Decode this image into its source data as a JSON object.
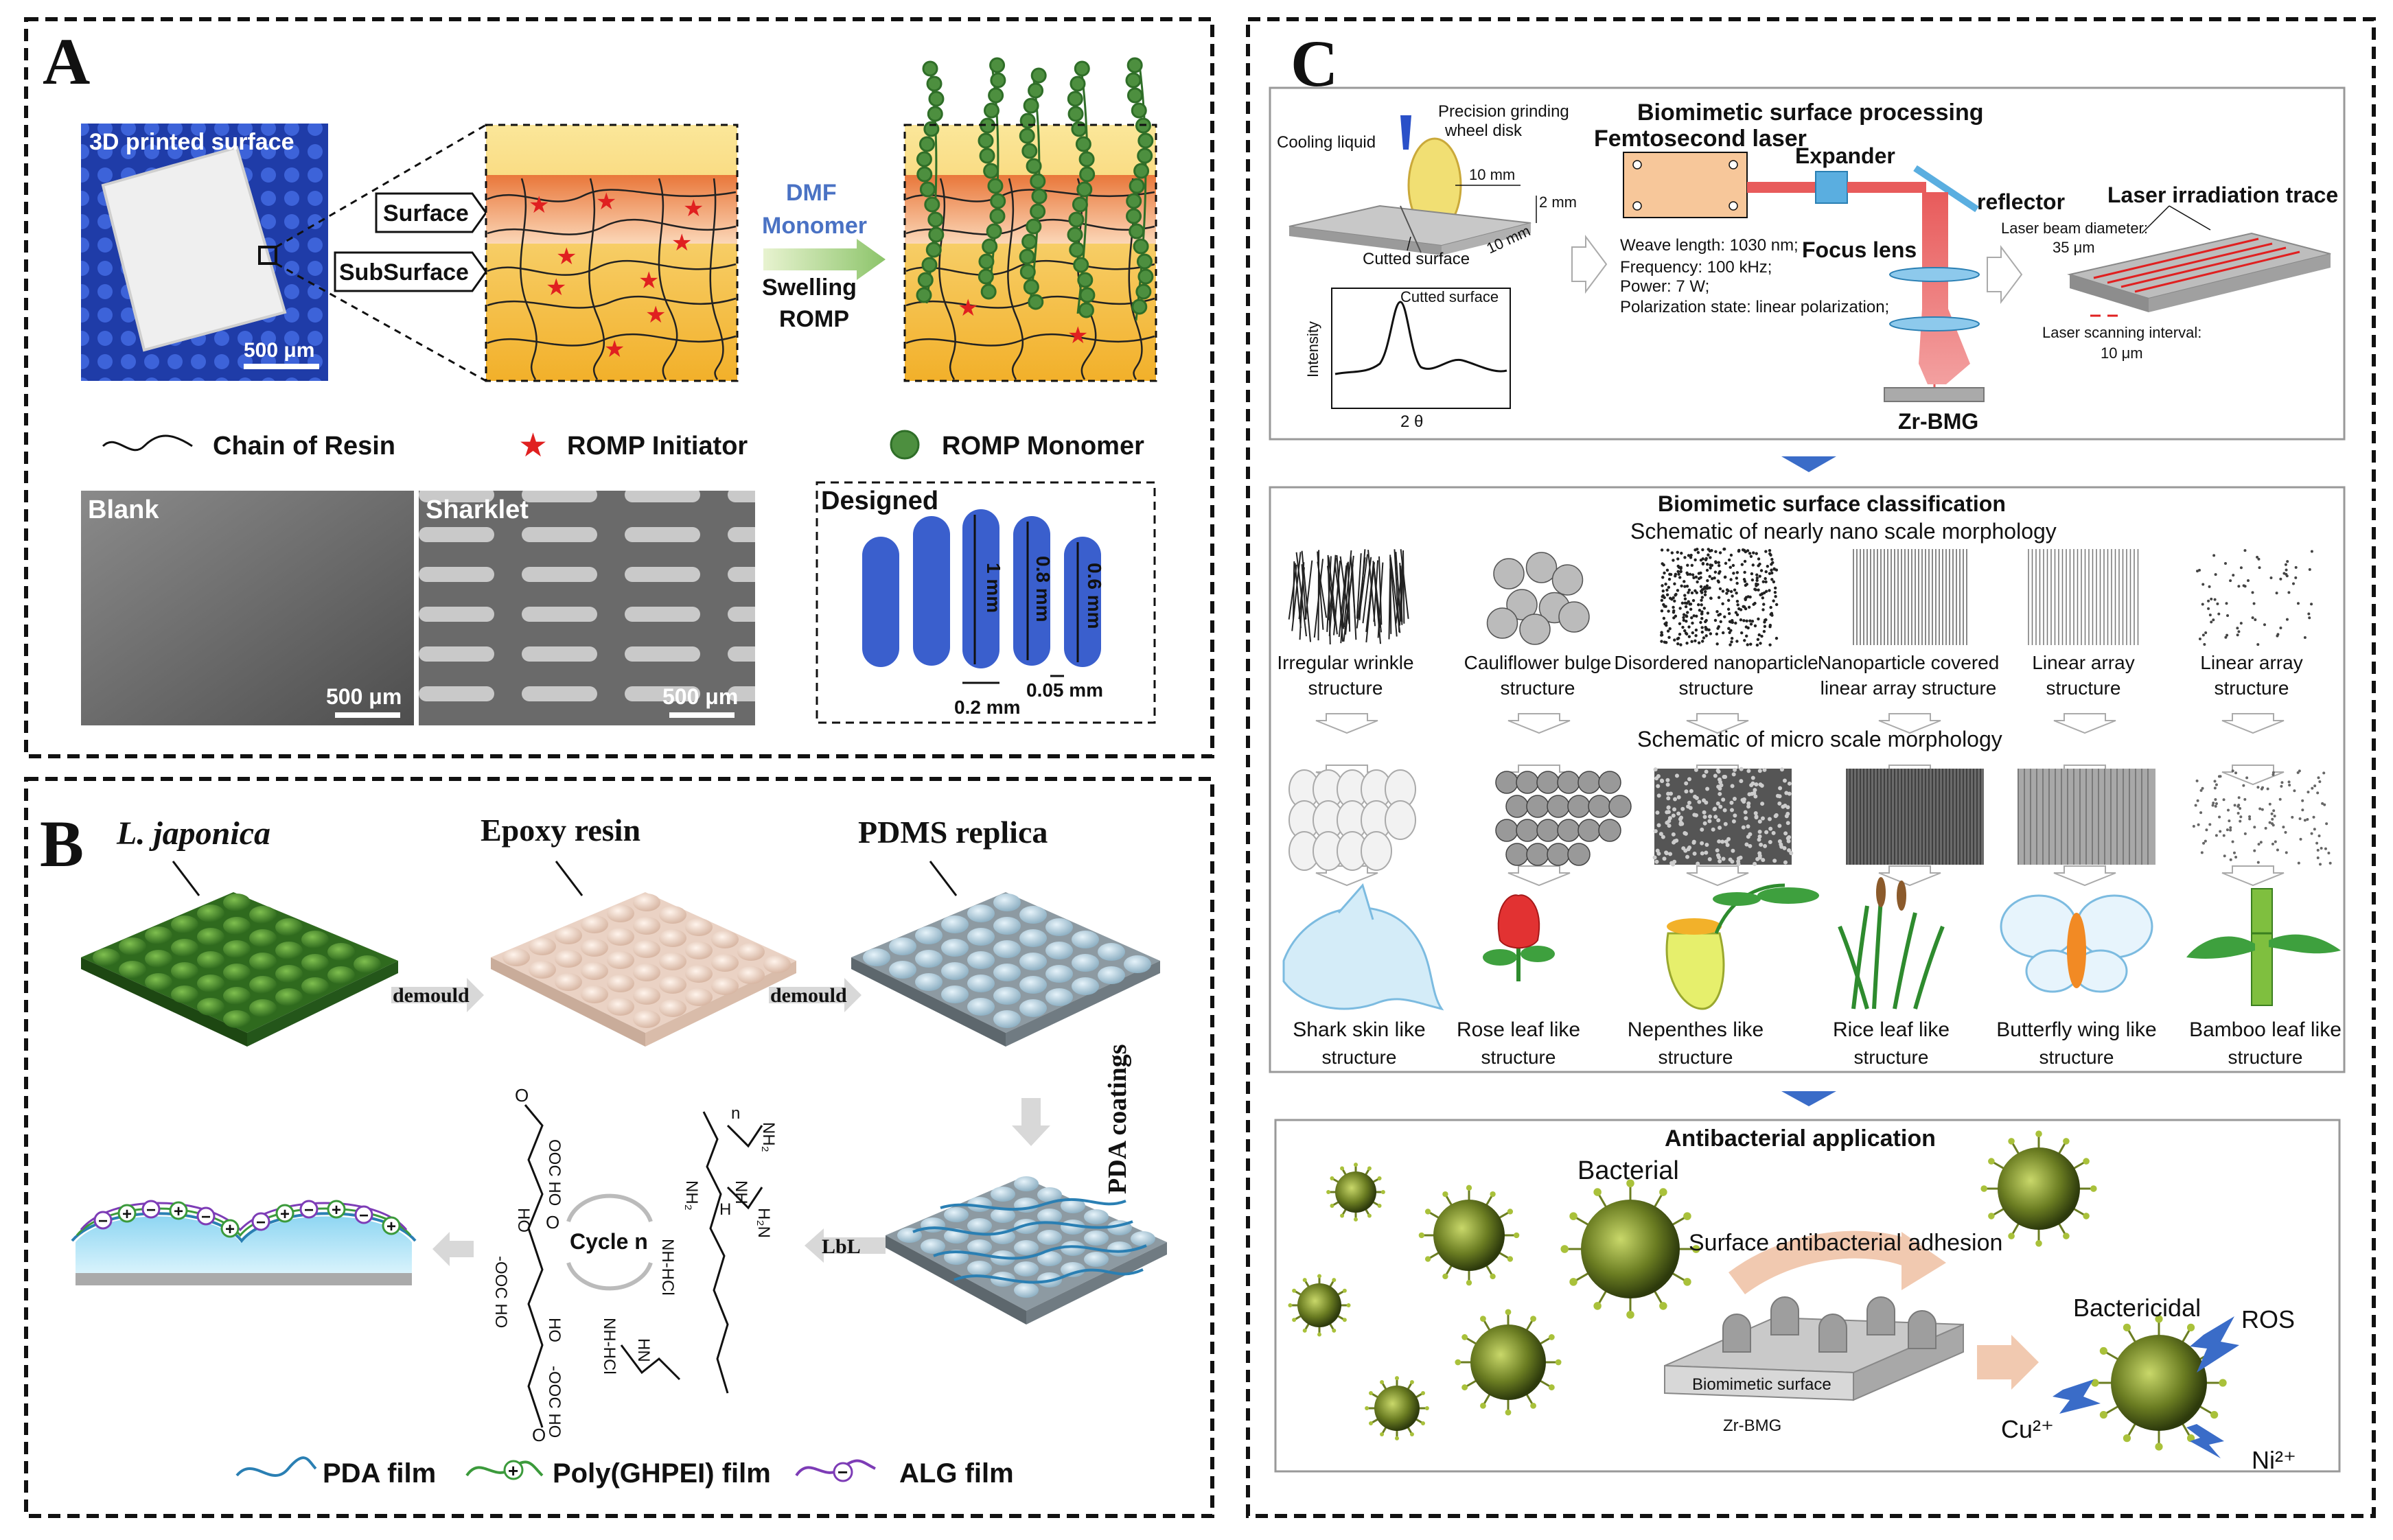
{
  "panelA": {
    "letter": "A",
    "photo_label": "3D printed surface",
    "photo_scale": "500 μm",
    "label_surface": "Surface",
    "label_subsurface": "SubSurface",
    "arrow_line1": "DMF",
    "arrow_line2": "Monomer",
    "arrow_line3": "Swelling",
    "arrow_line4": "ROMP",
    "legend_chain": "Chain of Resin",
    "legend_initiator": "ROMP Initiator",
    "legend_monomer": "ROMP Monomer",
    "sem_blank": "Blank",
    "sem_sharklet": "Sharklet",
    "sem_scale_1": "500 μm",
    "sem_scale_2": "500 μm",
    "designed_title": "Designed",
    "dim_1mm": "1 mm",
    "dim_08mm": "0.8 mm",
    "dim_06mm": "0.6 mm",
    "dim_02mm": "0.2 mm",
    "dim_005mm": "0.05 mm",
    "colors": {
      "blue_pill": "#3a5fcd",
      "orange": "#f4a55a",
      "yellow": "#f6c342",
      "monomer": "#3f8a3a",
      "initiator": "#e02020"
    }
  },
  "panelB": {
    "letter": "B",
    "l_japonica": "L. japonica",
    "epoxy_resin": "Epoxy resin",
    "pdms_replica": "PDMS replica",
    "demould_1": "demould",
    "demould_2": "demould",
    "pda_coatings": "PDA coatings",
    "lbl": "LbL",
    "cycle_n": "Cycle n",
    "legend_pda": "PDA film",
    "legend_ghpei": "Poly(GHPEI) film",
    "legend_alg": "ALG film",
    "chem": {
      "o1": "O",
      "coo1": "OOC HO",
      "ho1": "HO",
      "o2": "O",
      "coo2": "-OOC HO",
      "ho2": "HO",
      "coo3": "-OOC HO",
      "o3": "O",
      "n": "n",
      "nh2a": "NH₂",
      "nh2b": "NH₂",
      "nh": "NH",
      "h2n": "H₂N",
      "nhhcl1": "NH-HCl",
      "nhhcl2": "NH-HCl",
      "hn": "HN",
      "h": "H"
    }
  },
  "panelC": {
    "letter": "C",
    "cooling_liquid": "Cooling liquid",
    "grinding_1": "Precision grinding",
    "grinding_2": "wheel disk",
    "dim_10mm_a": "10 mm",
    "dim_2mm": "2 mm",
    "dim_10mm_b": "10 mm",
    "cutted_surface": "Cutted surface",
    "xrd_title": "Cutted surface",
    "xrd_ylabel": "Intensity",
    "xrd_xlabel": "2 θ",
    "bio_processing": "Biomimetic surface processing",
    "femto": "Femtosecond laser",
    "expander": "Expander",
    "reflector": "reflector",
    "focus_lens": "Focus lens",
    "spec_1": "Weave length: 1030 nm;",
    "spec_2": "Frequency: 100 kHz;",
    "spec_3": "Power: 7 W;",
    "spec_4": "Polarization state: linear polarization;",
    "zr_bmg": "Zr-BMG",
    "trace_title": "Laser irradiation trace",
    "beam_1": "Laser beam diameter:",
    "beam_2": "35 μm",
    "scan_1": "Laser scanning interval:",
    "scan_2": "10 μm",
    "class_title": "Biomimetic surface classification",
    "nano_title": "Schematic  of nearly nano scale morphology",
    "micro_title": "Schematic  of micro scale morphology",
    "nano_labels": [
      [
        "Irregular wrinkle",
        "structure"
      ],
      [
        "Cauliflower bulge",
        "structure"
      ],
      [
        "Disordered nanoparticle",
        "structure"
      ],
      [
        "Nanoparticle covered",
        "linear array  structure"
      ],
      [
        "Linear array",
        "structure"
      ],
      [
        "Linear array",
        "structure"
      ]
    ],
    "bio_labels": [
      [
        "Shark skin like",
        "structure"
      ],
      [
        "Rose leaf like",
        "structure"
      ],
      [
        "Nepenthes like",
        "structure"
      ],
      [
        "Rice leaf like",
        "structure"
      ],
      [
        "Butterfly wing like",
        "structure"
      ],
      [
        "Bamboo leaf like",
        "structure"
      ]
    ],
    "anti_title": "Antibacterial application",
    "bacterial": "Bacterial",
    "adhesion": "Surface antibacterial  adhesion",
    "bactericidal": "Bactericidal",
    "ros": "ROS",
    "cu": "Cu²⁺",
    "ni": "Ni²⁺",
    "bio_surface": "Biomimetic surface",
    "zr_bmg_2": "Zr-BMG"
  }
}
